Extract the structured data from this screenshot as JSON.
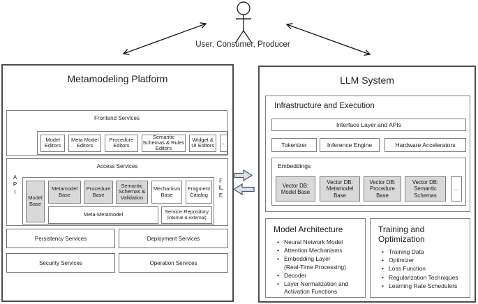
{
  "actor": {
    "label": "User, Consumer, Producer"
  },
  "metamodeling": {
    "title": "Metamodeling Platform",
    "frontend": {
      "label": "Frontend Services",
      "editors": [
        "Model Editors",
        "Meta Model Editors",
        "Procedure Editors",
        "Semantic Schemas & Rules Editors",
        "Widget & UI Editors",
        "..."
      ]
    },
    "access": {
      "label": "Access Services",
      "api_label": "API",
      "file_label": "FILE",
      "bases": {
        "model": "Model Base",
        "metamodel": "Metamodel Base",
        "procedure": "Procedure Base",
        "semantic": "Semantic Schemas & Validation",
        "mechanism": "Mechanism Base",
        "fragment": "Fragment Catalog",
        "meta_metamodel": "Meta-Metamodel",
        "service_repo": "Service Repository",
        "service_repo_sub": "(internal & external)"
      }
    },
    "services": [
      "Persistency Services",
      "Deployment Services",
      "Security Services",
      "Operation Services"
    ]
  },
  "llm": {
    "title": "LLM System",
    "infrastructure": {
      "title": "Infrastructure and Execution",
      "interface": "Interface Layer and APIs",
      "components": [
        "Tokenizer",
        "Inference Engine",
        "Hardware Accelerators"
      ],
      "embeddings": {
        "title": "Embeddings",
        "dbs": [
          "Vector DB: Model Base",
          "Vector DB: Metamodel Base",
          "Vector DB: Procedure Base",
          "Vector DB: Semantic Schemas",
          "..."
        ]
      }
    },
    "architecture": {
      "title": "Model Architecture",
      "items": [
        "Neural Network Model",
        "Attention Mechanisms",
        "Embedding Layer\n(Real-Time Processing)",
        "Decoder",
        "Layer Normalization and\nActivation Functions"
      ]
    },
    "training": {
      "title": "Training and Optimization",
      "items": [
        "Training Data",
        "Optimizer",
        "Loss Function",
        "Regularization Techniques",
        "Learning Rate Schedulers"
      ]
    }
  },
  "colors": {
    "box_gray_fill": "#d9d9d9",
    "box_border": "#7f7f7f",
    "panel_border": "#4d4d4d",
    "flow_arrow_fill": "#dce1e6",
    "flow_arrow_stroke": "#44546a",
    "text": "#1a1a1a"
  }
}
